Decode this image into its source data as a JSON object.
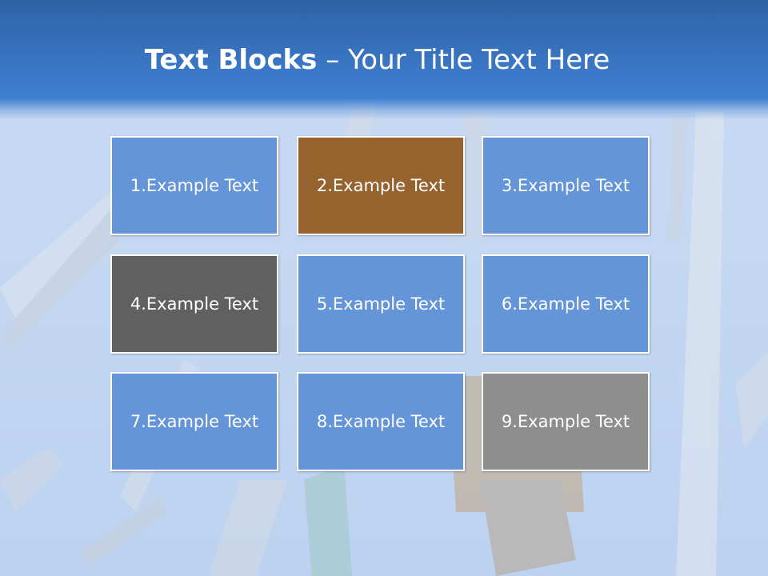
{
  "slide": {
    "title_bold": "Text Blocks",
    "title_dash": " – ",
    "title_rest": "Your Title Text Here"
  },
  "colors": {
    "header_blue": "#3a76c4",
    "block_blue": "#6495d9",
    "block_brown": "#96622e",
    "block_dark_gray": "#606060",
    "block_gray": "#8e8e8e",
    "block_border": "#ffffff"
  },
  "blocks": [
    {
      "label": "1.Example Text",
      "color": "#6495d9"
    },
    {
      "label": "2.Example Text",
      "color": "#96622e"
    },
    {
      "label": "3.Example Text",
      "color": "#6495d9"
    },
    {
      "label": "4.Example Text",
      "color": "#606060"
    },
    {
      "label": "5.Example Text",
      "color": "#6495d9"
    },
    {
      "label": "6.Example Text",
      "color": "#6495d9"
    },
    {
      "label": "7.Example Text",
      "color": "#6495d9"
    },
    {
      "label": "8.Example Text",
      "color": "#6495d9"
    },
    {
      "label": "9.Example Text",
      "color": "#8e8e8e"
    }
  ]
}
